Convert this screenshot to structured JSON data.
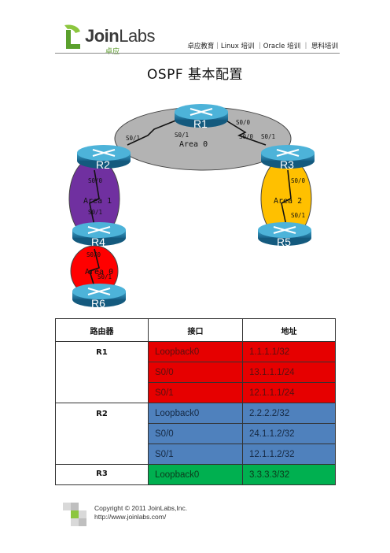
{
  "header": {
    "logo_brand_bold": "Join",
    "logo_brand_light": "Labs",
    "logo_sub": "卓应",
    "nav": "卓应教育｜Linux 培训 ｜Oracle 培训 ｜ 思科培训"
  },
  "title": "OSPF 基本配置",
  "diagram": {
    "routers": [
      "R1",
      "R2",
      "R3",
      "R4",
      "R5",
      "R6"
    ],
    "areas": [
      "Area 0",
      "Area 1",
      "Area 2",
      "Area 0"
    ],
    "interface_labels": [
      "S0/0",
      "S0/1",
      "S0/1",
      "S0/0",
      "S0/1",
      "S0/0",
      "S0/1",
      "S0/0",
      "S0/1",
      "S0/0",
      "S0/1"
    ],
    "colors": {
      "area0": "#b3b3b3",
      "area1": "#7030a0",
      "area2": "#ffc000",
      "area_r4r6": "#ff0000",
      "router": "#1f7fa8"
    }
  },
  "table": {
    "headers": [
      "路由器",
      "接口",
      "地址"
    ],
    "groups": [
      {
        "router": "R1",
        "color": "#e60000",
        "rows": [
          {
            "iface": "Loopback0",
            "addr": "1.1.1.1/32"
          },
          {
            "iface": "S0/0",
            "addr": "13.1.1.1/24"
          },
          {
            "iface": "S0/1",
            "addr": "12.1.1.1/24"
          }
        ]
      },
      {
        "router": "R2",
        "color": "#4f81bd",
        "rows": [
          {
            "iface": "Loopback0",
            "addr": "2.2.2.2/32"
          },
          {
            "iface": "S0/0",
            "addr": "24.1.1.2/32"
          },
          {
            "iface": "S0/1",
            "addr": "12.1.1.2/32"
          }
        ]
      },
      {
        "router": "R3",
        "color": "#00b050",
        "rows": [
          {
            "iface": "Loopback0",
            "addr": "3.3.3.3/32"
          }
        ]
      }
    ]
  },
  "footer": {
    "copyright": "Copyright © 2011 JoinLabs,Inc.",
    "url": "http://www.joinlabs.com/"
  }
}
